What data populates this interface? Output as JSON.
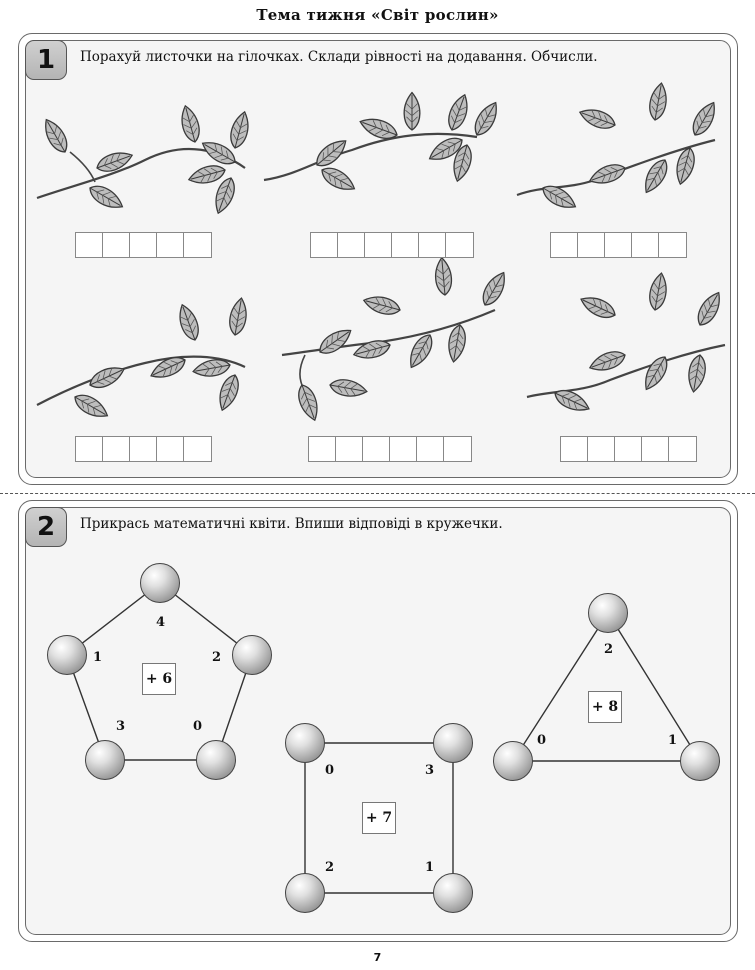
{
  "header": {
    "title": "Тема тижня «Світ рослин»"
  },
  "task1": {
    "number": "1",
    "instruction": "Порахуй листочки на гілочках. Склади рівності на додавання. Обчисли.",
    "branches": [
      {
        "left_leaves": 3,
        "right_leaves": 5,
        "answer_cells": 5
      },
      {
        "left_leaves": 2,
        "right_leaves": 6,
        "answer_cells": 6
      },
      {
        "left_leaves": 1,
        "right_leaves": 6,
        "answer_cells": 5
      },
      {
        "left_leaves": 2,
        "right_leaves": 5,
        "answer_cells": 5
      },
      {
        "left_leaves": 3,
        "right_leaves": 6,
        "answer_cells": 6
      },
      {
        "left_leaves": 1,
        "right_leaves": 6,
        "answer_cells": 5
      }
    ]
  },
  "task2": {
    "number": "2",
    "instruction": "Прикрась математичні квіти. Впиши відповіді в кружечки.",
    "flowers": [
      {
        "shape": "pentagon",
        "operation": "+ 6",
        "numbers": [
          "4",
          "2",
          "0",
          "3",
          "1"
        ]
      },
      {
        "shape": "square",
        "operation": "+ 7",
        "numbers": [
          "0",
          "3",
          "1",
          "2"
        ]
      },
      {
        "shape": "triangle",
        "operation": "+ 8",
        "numbers": [
          "2",
          "1",
          "0"
        ]
      }
    ]
  },
  "footer": {
    "page_number": "7"
  },
  "colors": {
    "badge": "#c2c2c2",
    "panel_bg": "#f5f5f5",
    "leaf": "#b8b8b8",
    "border": "#6a6a6a"
  }
}
